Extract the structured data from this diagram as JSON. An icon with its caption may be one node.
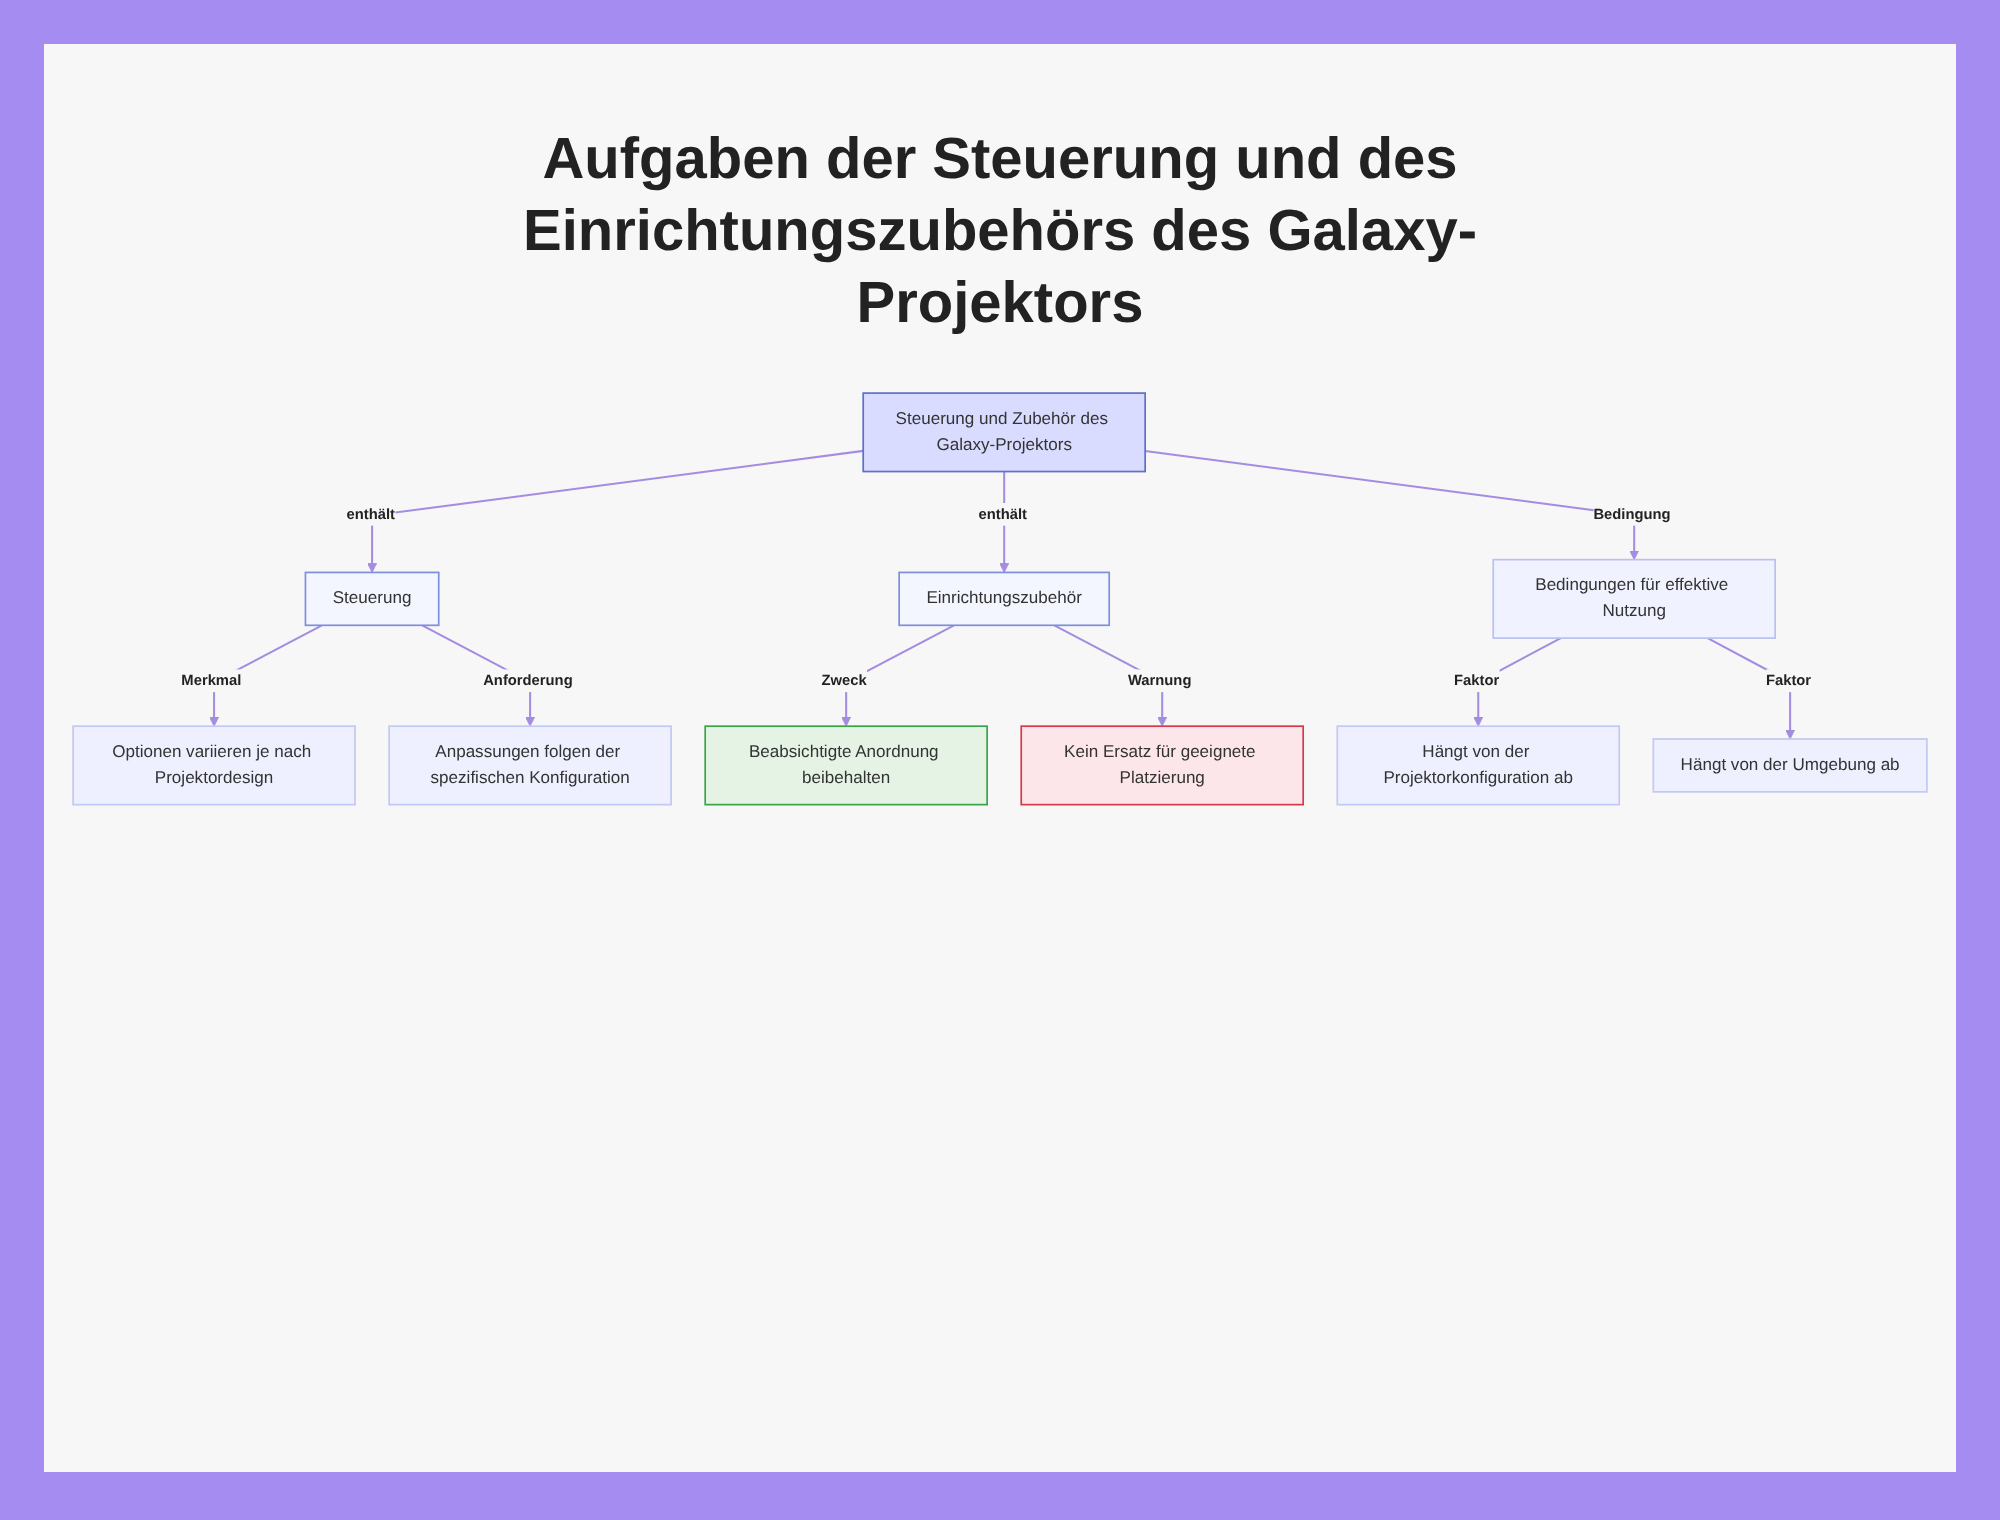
{
  "diagram": {
    "title": "Aufgaben der Steuerung und des Einrichtungszubehörs des Galaxy-Projektors",
    "nodes": [
      {
        "text": [
          "Steuerung und Zubehör des Galaxy-Projektors"
        ]
      },
      {
        "text": [
          "Steuerung"
        ]
      },
      {
        "text": [
          "Einrichtungszubehör"
        ]
      },
      {
        "text": [
          "Bedingungen für effektive Nutzung"
        ]
      },
      {
        "text": [
          "Optionen variieren je nach Projektordesign"
        ]
      },
      {
        "text": [
          "Anpassungen folgen der spezifischen Konfiguration"
        ]
      },
      {
        "text": [
          "Beabsichtigte Anordnung beibehalten"
        ]
      },
      {
        "text": [
          "Kein Ersatz für geeignete Platzierung"
        ]
      },
      {
        "text": [
          "Hängt von der Projektorkonfiguration ab"
        ]
      },
      {
        "text": [
          "Hängt von der Umgebung ab"
        ]
      }
    ],
    "edges": [
      {
        "from": 0,
        "to": 1,
        "arrow": "to",
        "label": "enthält"
      },
      {
        "from": 0,
        "to": 2,
        "arrow": "to",
        "label": "enthält"
      },
      {
        "from": 0,
        "to": 3,
        "arrow": "to",
        "label": "Bedingung"
      },
      {
        "from": 1,
        "to": 4,
        "arrow": "to",
        "label": "Merkmal"
      },
      {
        "from": 1,
        "to": 5,
        "arrow": "to",
        "label": "Anforderung"
      },
      {
        "from": 2,
        "to": 6,
        "arrow": "to",
        "label": "Zweck"
      },
      {
        "from": 2,
        "to": 7,
        "arrow": "to",
        "label": "Warnung"
      },
      {
        "from": 3,
        "to": 8,
        "arrow": "to",
        "label": "Faktor"
      },
      {
        "from": 3,
        "to": 9,
        "arrow": "to",
        "label": "Faktor"
      }
    ]
  }
}
